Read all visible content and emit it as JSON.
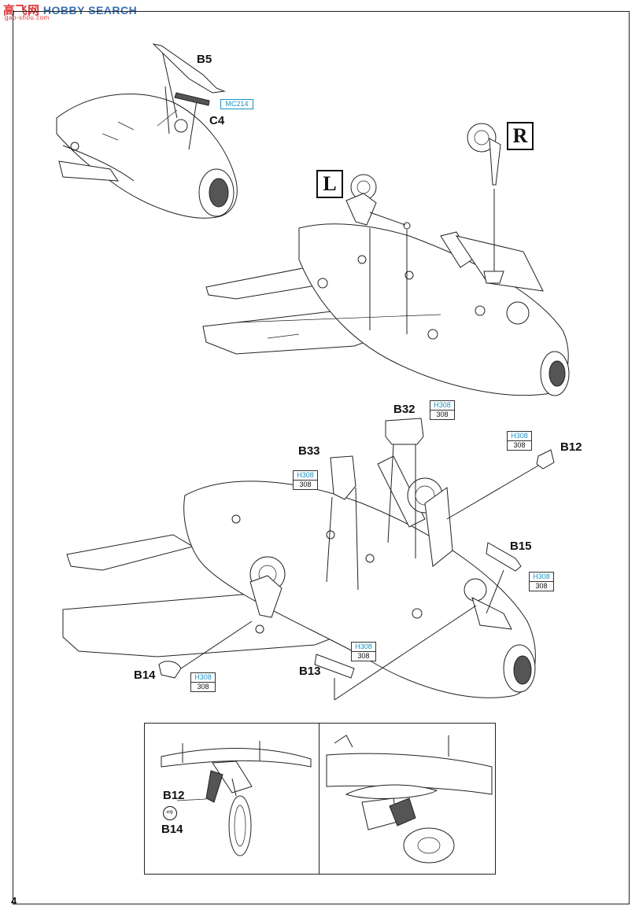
{
  "watermark": {
    "brand_cn": "高飞网",
    "brand_en": "HOBBY SEARCH",
    "site": "gao-shou.com"
  },
  "page_number": "4",
  "top_assembly": {
    "parts": [
      {
        "id": "B5"
      },
      {
        "id": "C4"
      }
    ],
    "material_tag": "MC214"
  },
  "side_markers": {
    "left": "L",
    "right": "R"
  },
  "main_assembly": {
    "parts": [
      "B32",
      "B33",
      "B12",
      "B15",
      "B14",
      "B13"
    ],
    "tags": [
      {
        "top": "H308",
        "bottom": "308"
      },
      {
        "top": "H308",
        "bottom": "308"
      },
      {
        "top": "H308",
        "bottom": "308"
      },
      {
        "top": "H308",
        "bottom": "308"
      },
      {
        "top": "H308",
        "bottom": "308"
      },
      {
        "top": "H308",
        "bottom": "308"
      }
    ]
  },
  "detail": {
    "parts": [
      "B12",
      "B14"
    ],
    "symbol": "⇨"
  }
}
